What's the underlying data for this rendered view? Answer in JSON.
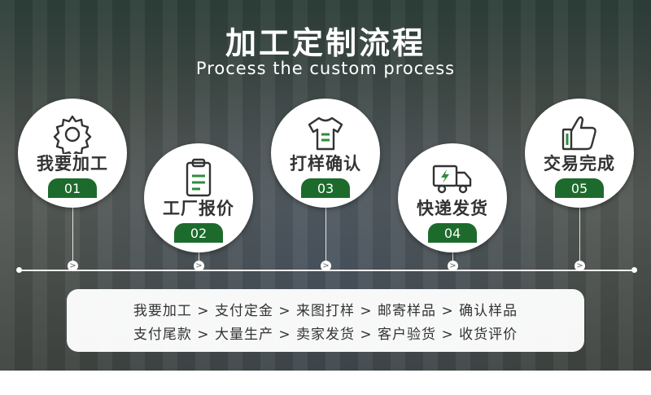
{
  "header": {
    "title": "加工定制流程",
    "subtitle": "Process the custom process"
  },
  "steps": [
    {
      "label": "我要加工",
      "num": "01",
      "icon": "gear-icon"
    },
    {
      "label": "工厂报价",
      "num": "02",
      "icon": "clipboard-icon"
    },
    {
      "label": "打样确认",
      "num": "03",
      "icon": "tshirt-icon"
    },
    {
      "label": "快递发货",
      "num": "04",
      "icon": "delivery-truck-icon"
    },
    {
      "label": "交易完成",
      "num": "05",
      "icon": "thumbs-up-icon"
    }
  ],
  "timeline": {
    "arrow_glyph": ">"
  },
  "summary": {
    "row1": "我要加工 > 支付定金 > 来图打样 > 邮寄样品 > 确认样品",
    "row2": "支付尾款 > 大量生产 > 卖家发货 > 客户验货 > 收货评价"
  },
  "colors": {
    "accent": "#1d6b2c",
    "icon_green": "#2d8c3c",
    "panel_bg": "#ffffff"
  }
}
